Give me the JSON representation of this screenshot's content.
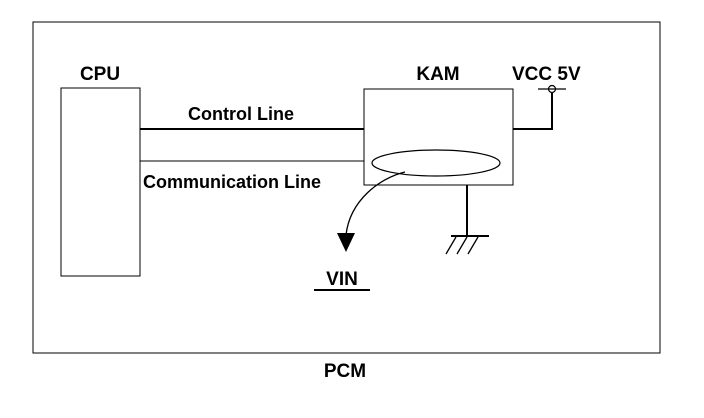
{
  "diagram": {
    "pcm_label": "PCM",
    "cpu_label": "CPU",
    "kam_label": "KAM",
    "vcc_label": "VCC 5V",
    "control_line_label": "Control Line",
    "communication_line_label": "Communication Line",
    "vin_label": "VIN"
  },
  "colors": {
    "line": "#000000",
    "background": "#ffffff"
  }
}
